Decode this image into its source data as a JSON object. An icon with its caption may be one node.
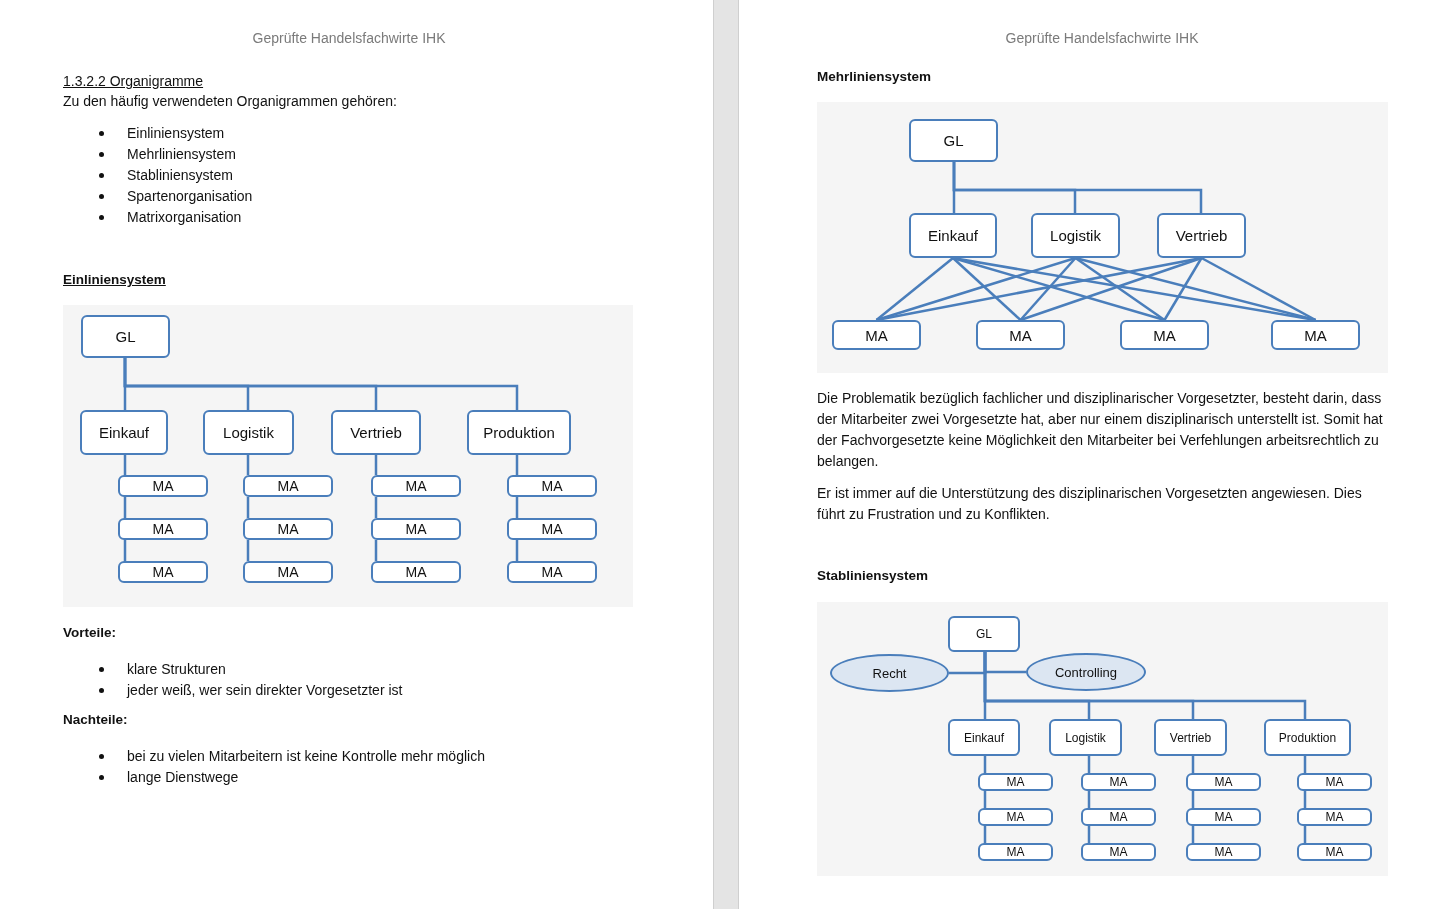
{
  "diagram": {
    "nodes": [
      {
        "text": [
          "GL"
        ]
      },
      {
        "text": [
          "Einkauf"
        ]
      },
      {
        "text": [
          "Logistik"
        ]
      },
      {
        "text": [
          "Vertrieb"
        ]
      },
      {
        "text": [
          "Produktion"
        ]
      },
      {
        "text": [
          "MA"
        ]
      },
      {
        "text": [
          "MA"
        ]
      },
      {
        "text": [
          "MA"
        ]
      },
      {
        "text": [
          "MA"
        ]
      },
      {
        "text": [
          "MA"
        ]
      },
      {
        "text": [
          "MA"
        ]
      },
      {
        "text": [
          "MA"
        ]
      },
      {
        "text": [
          "MA"
        ]
      },
      {
        "text": [
          "MA"
        ]
      },
      {
        "text": [
          "MA"
        ]
      },
      {
        "text": [
          "MA"
        ]
      },
      {
        "text": [
          "MA"
        ]
      },
      {
        "text": [
          "GL"
        ]
      },
      {
        "text": [
          "Einkauf"
        ]
      },
      {
        "text": [
          "Logistik"
        ]
      },
      {
        "text": [
          "Vertrieb"
        ]
      },
      {
        "text": [
          "MA"
        ]
      },
      {
        "text": [
          "MA"
        ]
      },
      {
        "text": [
          "MA"
        ]
      },
      {
        "text": [
          "MA"
        ]
      },
      {
        "text": [
          "GL"
        ]
      },
      {
        "text": [
          "Recht"
        ]
      },
      {
        "text": [
          "Controlling"
        ]
      },
      {
        "text": [
          "Einkauf"
        ]
      },
      {
        "text": [
          "Logistik"
        ]
      },
      {
        "text": [
          "Vertrieb"
        ]
      },
      {
        "text": [
          "Produktion"
        ]
      },
      {
        "text": [
          "MA"
        ]
      },
      {
        "text": [
          "MA"
        ]
      },
      {
        "text": [
          "MA"
        ]
      },
      {
        "text": [
          "MA"
        ]
      },
      {
        "text": [
          "MA"
        ]
      },
      {
        "text": [
          "MA"
        ]
      },
      {
        "text": [
          "MA"
        ]
      },
      {
        "text": [
          "MA"
        ]
      },
      {
        "text": [
          "MA"
        ]
      },
      {
        "text": [
          "MA"
        ]
      },
      {
        "text": [
          "MA"
        ]
      },
      {
        "text": [
          "MA"
        ]
      }
    ],
    "edges": [
      {
        "from": 0,
        "to": 1,
        "arrow": "none"
      },
      {
        "from": 0,
        "to": 2,
        "arrow": "none"
      },
      {
        "from": 0,
        "to": 3,
        "arrow": "none"
      },
      {
        "from": 0,
        "to": 4,
        "arrow": "none"
      },
      {
        "from": 1,
        "to": 5,
        "arrow": "none"
      },
      {
        "from": 5,
        "to": 9,
        "arrow": "none"
      },
      {
        "from": 9,
        "to": 13,
        "arrow": "none"
      },
      {
        "from": 2,
        "to": 6,
        "arrow": "none"
      },
      {
        "from": 6,
        "to": 10,
        "arrow": "none"
      },
      {
        "from": 10,
        "to": 14,
        "arrow": "none"
      },
      {
        "from": 3,
        "to": 7,
        "arrow": "none"
      },
      {
        "from": 7,
        "to": 11,
        "arrow": "none"
      },
      {
        "from": 11,
        "to": 15,
        "arrow": "none"
      },
      {
        "from": 4,
        "to": 8,
        "arrow": "none"
      },
      {
        "from": 8,
        "to": 12,
        "arrow": "none"
      },
      {
        "from": 12,
        "to": 16,
        "arrow": "none"
      },
      {
        "from": 17,
        "to": 18,
        "arrow": "none"
      },
      {
        "from": 17,
        "to": 19,
        "arrow": "none"
      },
      {
        "from": 17,
        "to": 20,
        "arrow": "none"
      },
      {
        "from": 18,
        "to": 21,
        "arrow": "none"
      },
      {
        "from": 18,
        "to": 22,
        "arrow": "none"
      },
      {
        "from": 18,
        "to": 23,
        "arrow": "none"
      },
      {
        "from": 18,
        "to": 24,
        "arrow": "none"
      },
      {
        "from": 19,
        "to": 21,
        "arrow": "none"
      },
      {
        "from": 19,
        "to": 22,
        "arrow": "none"
      },
      {
        "from": 19,
        "to": 23,
        "arrow": "none"
      },
      {
        "from": 19,
        "to": 24,
        "arrow": "none"
      },
      {
        "from": 20,
        "to": 21,
        "arrow": "none"
      },
      {
        "from": 20,
        "to": 22,
        "arrow": "none"
      },
      {
        "from": 20,
        "to": 23,
        "arrow": "none"
      },
      {
        "from": 20,
        "to": 24,
        "arrow": "none"
      },
      {
        "from": 25,
        "to": 26,
        "arrow": "none"
      },
      {
        "from": 25,
        "to": 27,
        "arrow": "none"
      },
      {
        "from": 25,
        "to": 28,
        "arrow": "none"
      },
      {
        "from": 25,
        "to": 29,
        "arrow": "none"
      },
      {
        "from": 25,
        "to": 30,
        "arrow": "none"
      },
      {
        "from": 25,
        "to": 31,
        "arrow": "none"
      },
      {
        "from": 28,
        "to": 32,
        "arrow": "none"
      },
      {
        "from": 32,
        "to": 36,
        "arrow": "none"
      },
      {
        "from": 36,
        "to": 40,
        "arrow": "none"
      },
      {
        "from": 29,
        "to": 33,
        "arrow": "none"
      },
      {
        "from": 33,
        "to": 37,
        "arrow": "none"
      },
      {
        "from": 37,
        "to": 41,
        "arrow": "none"
      },
      {
        "from": 30,
        "to": 34,
        "arrow": "none"
      },
      {
        "from": 34,
        "to": 38,
        "arrow": "none"
      },
      {
        "from": 38,
        "to": 42,
        "arrow": "none"
      },
      {
        "from": 31,
        "to": 35,
        "arrow": "none"
      },
      {
        "from": 35,
        "to": 39,
        "arrow": "none"
      },
      {
        "from": 39,
        "to": 43,
        "arrow": "none"
      }
    ],
    "labels": [
      "Geprüfte Handelsfachwirte IHK",
      "1.3.2.2 Organigramme",
      "Zu den häufig verwendeten Organigrammen gehören:",
      "Einliniensystem",
      "Mehrliniensystem",
      "Stabliniensystem",
      "Spartenorganisation",
      "Matrixorganisation",
      "Einliniensystem",
      "Vorteile:",
      "klare Strukturen",
      "jeder weiß, wer sein direkter Vorgesetzter ist",
      "Nachteile:",
      "bei zu vielen Mitarbeitern ist keine Kontrolle mehr möglich",
      "lange Dienstwege",
      "Geprüfte Handelsfachwirte IHK",
      "Mehrliniensystem",
      "Die Problematik bezüglich fachlicher und disziplinarischer Vorgesetzter, besteht darin, dass der Mitarbeiter zwei Vorgesetzte hat, aber nur einem disziplinarisch unterstellt ist. Somit hat der Fachvorgesetzte keine Möglichkeit den Mitarbeiter bei Verfehlungen arbeitsrechtlich zu belangen.",
      "Er ist immer auf die Unterstützung des disziplinarischen Vorgesetzten angewiesen. Dies führt zu Frustration und zu Konflikten.",
      "Stabliniensystem"
    ]
  }
}
